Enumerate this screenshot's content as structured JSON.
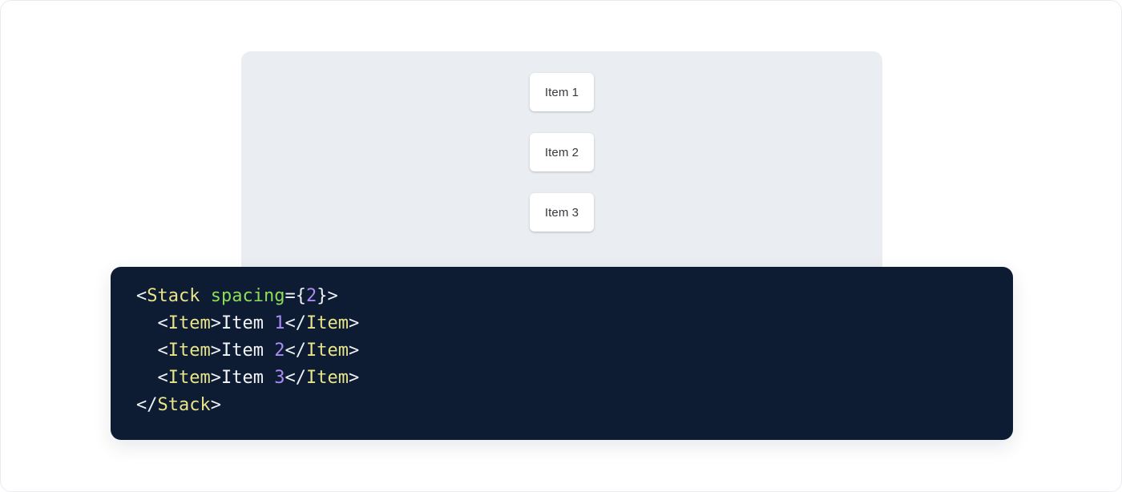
{
  "preview": {
    "panel_background": "#eaedf1",
    "items": [
      {
        "label": "Item 1"
      },
      {
        "label": "Item 2"
      },
      {
        "label": "Item 3"
      }
    ]
  },
  "code": {
    "language": "jsx",
    "background": "#0d1b33",
    "colors": {
      "punctuation": "#eef2f8",
      "tag": "#e8e48a",
      "attribute": "#8ddd5a",
      "number": "#ab8bf5",
      "text": "#f4f6fa"
    },
    "lines": [
      {
        "indent": "",
        "tokens": [
          {
            "t": "punct",
            "v": "<"
          },
          {
            "t": "tag",
            "v": "Stack"
          },
          {
            "t": "punct",
            "v": " "
          },
          {
            "t": "attr",
            "v": "spacing"
          },
          {
            "t": "punct",
            "v": "={"
          },
          {
            "t": "num",
            "v": "2"
          },
          {
            "t": "punct",
            "v": "}>"
          }
        ]
      },
      {
        "indent": "  ",
        "tokens": [
          {
            "t": "punct",
            "v": "<"
          },
          {
            "t": "tag",
            "v": "Item"
          },
          {
            "t": "punct",
            "v": ">"
          },
          {
            "t": "text",
            "v": "Item "
          },
          {
            "t": "num",
            "v": "1"
          },
          {
            "t": "punct",
            "v": "</"
          },
          {
            "t": "tag",
            "v": "Item"
          },
          {
            "t": "punct",
            "v": ">"
          }
        ]
      },
      {
        "indent": "  ",
        "tokens": [
          {
            "t": "punct",
            "v": "<"
          },
          {
            "t": "tag",
            "v": "Item"
          },
          {
            "t": "punct",
            "v": ">"
          },
          {
            "t": "text",
            "v": "Item "
          },
          {
            "t": "num",
            "v": "2"
          },
          {
            "t": "punct",
            "v": "</"
          },
          {
            "t": "tag",
            "v": "Item"
          },
          {
            "t": "punct",
            "v": ">"
          }
        ]
      },
      {
        "indent": "  ",
        "tokens": [
          {
            "t": "punct",
            "v": "<"
          },
          {
            "t": "tag",
            "v": "Item"
          },
          {
            "t": "punct",
            "v": ">"
          },
          {
            "t": "text",
            "v": "Item "
          },
          {
            "t": "num",
            "v": "3"
          },
          {
            "t": "punct",
            "v": "</"
          },
          {
            "t": "tag",
            "v": "Item"
          },
          {
            "t": "punct",
            "v": ">"
          }
        ]
      },
      {
        "indent": "",
        "tokens": [
          {
            "t": "punct",
            "v": "</"
          },
          {
            "t": "tag",
            "v": "Stack"
          },
          {
            "t": "punct",
            "v": ">"
          }
        ]
      }
    ]
  }
}
